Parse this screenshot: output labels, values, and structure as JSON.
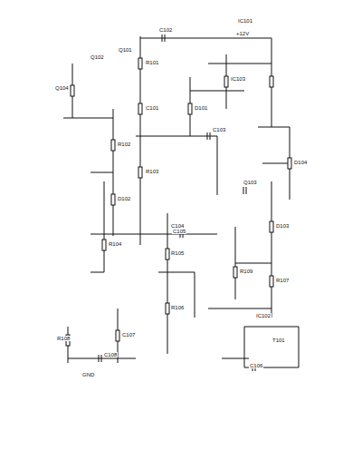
{
  "diagram": {
    "labels": [
      "R101",
      "C101",
      "Q101",
      "D101",
      "R102",
      "C102",
      "IC101",
      "R103",
      "Q102",
      "C103",
      "D102",
      "R104",
      "T101",
      "C104",
      "R105",
      "Q103",
      "IC102",
      "R106",
      "C105",
      "D103",
      "R107",
      "C106",
      "Q104",
      "R108",
      "C107",
      "IC103",
      "D104",
      "R109",
      "C108",
      "+12V",
      "GND"
    ]
  }
}
